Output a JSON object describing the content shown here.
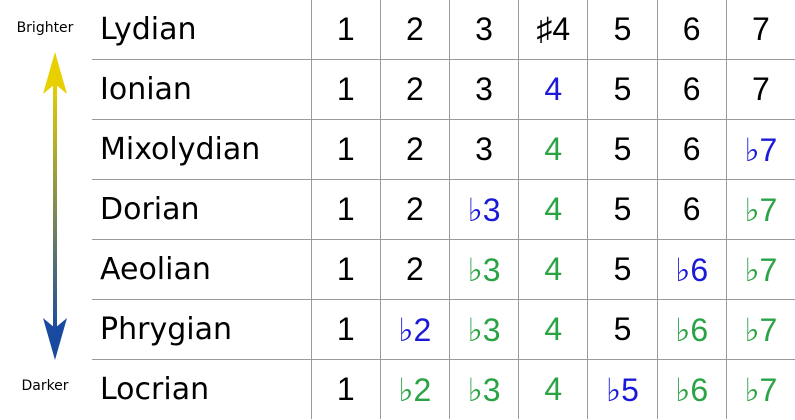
{
  "scale": {
    "top_label": "Brighter",
    "bottom_label": "Darker"
  },
  "colors": {
    "black": "#000000",
    "blue": "#1a1ad6",
    "green": "#2aa345",
    "arrow_top": "#e8d000",
    "arrow_bottom": "#1a4aa0"
  },
  "modes": [
    {
      "name": "Lydian",
      "degrees": [
        {
          "t": "1",
          "c": "black"
        },
        {
          "t": "2",
          "c": "black"
        },
        {
          "t": "3",
          "c": "black"
        },
        {
          "t": "♯4",
          "c": "black"
        },
        {
          "t": "5",
          "c": "black"
        },
        {
          "t": "6",
          "c": "black"
        },
        {
          "t": "7",
          "c": "black"
        }
      ]
    },
    {
      "name": "Ionian",
      "degrees": [
        {
          "t": "1",
          "c": "black"
        },
        {
          "t": "2",
          "c": "black"
        },
        {
          "t": "3",
          "c": "black"
        },
        {
          "t": "4",
          "c": "blue"
        },
        {
          "t": "5",
          "c": "black"
        },
        {
          "t": "6",
          "c": "black"
        },
        {
          "t": "7",
          "c": "black"
        }
      ]
    },
    {
      "name": "Mixolydian",
      "degrees": [
        {
          "t": "1",
          "c": "black"
        },
        {
          "t": "2",
          "c": "black"
        },
        {
          "t": "3",
          "c": "black"
        },
        {
          "t": "4",
          "c": "green"
        },
        {
          "t": "5",
          "c": "black"
        },
        {
          "t": "6",
          "c": "black"
        },
        {
          "t": "♭7",
          "c": "blue"
        }
      ]
    },
    {
      "name": "Dorian",
      "degrees": [
        {
          "t": "1",
          "c": "black"
        },
        {
          "t": "2",
          "c": "black"
        },
        {
          "t": "♭3",
          "c": "blue"
        },
        {
          "t": "4",
          "c": "green"
        },
        {
          "t": "5",
          "c": "black"
        },
        {
          "t": "6",
          "c": "black"
        },
        {
          "t": "♭7",
          "c": "green"
        }
      ]
    },
    {
      "name": "Aeolian",
      "degrees": [
        {
          "t": "1",
          "c": "black"
        },
        {
          "t": "2",
          "c": "black"
        },
        {
          "t": "♭3",
          "c": "green"
        },
        {
          "t": "4",
          "c": "green"
        },
        {
          "t": "5",
          "c": "black"
        },
        {
          "t": "♭6",
          "c": "blue"
        },
        {
          "t": "♭7",
          "c": "green"
        }
      ]
    },
    {
      "name": "Phrygian",
      "degrees": [
        {
          "t": "1",
          "c": "black"
        },
        {
          "t": "♭2",
          "c": "blue"
        },
        {
          "t": "♭3",
          "c": "green"
        },
        {
          "t": "4",
          "c": "green"
        },
        {
          "t": "5",
          "c": "black"
        },
        {
          "t": "♭6",
          "c": "green"
        },
        {
          "t": "♭7",
          "c": "green"
        }
      ]
    },
    {
      "name": "Locrian",
      "degrees": [
        {
          "t": "1",
          "c": "black"
        },
        {
          "t": "♭2",
          "c": "green"
        },
        {
          "t": "♭3",
          "c": "green"
        },
        {
          "t": "4",
          "c": "green"
        },
        {
          "t": "♭5",
          "c": "blue"
        },
        {
          "t": "♭6",
          "c": "green"
        },
        {
          "t": "♭7",
          "c": "green"
        }
      ]
    }
  ]
}
